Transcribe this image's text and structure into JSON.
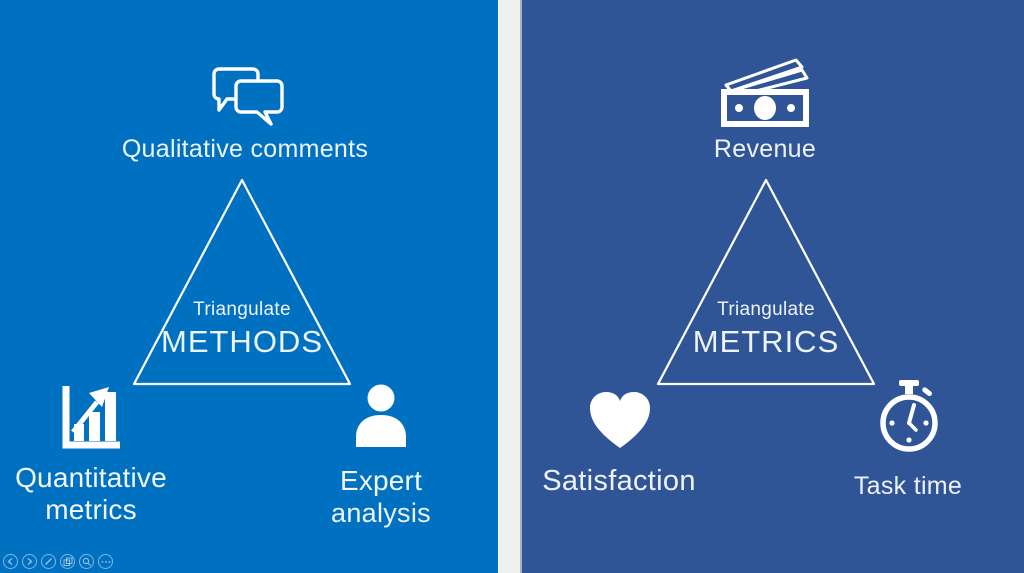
{
  "slide": {
    "left": {
      "top_item": {
        "icon": "speech-bubbles",
        "label": "Qualitative comments"
      },
      "triangle": {
        "subtitle": "Triangulate",
        "title": "METHODS"
      },
      "bottom_left_item": {
        "icon": "bar-chart",
        "line1": "Quantitative",
        "line2": "metrics"
      },
      "bottom_right_item": {
        "icon": "person",
        "line1": "Expert",
        "line2": "analysis"
      }
    },
    "right": {
      "top_item": {
        "icon": "money",
        "label": "Revenue"
      },
      "triangle": {
        "subtitle": "Triangulate",
        "title": "METRICS"
      },
      "bottom_left_item": {
        "icon": "heart",
        "label": "Satisfaction"
      },
      "bottom_right_item": {
        "icon": "stopwatch",
        "label": "Task time"
      }
    }
  },
  "colors": {
    "left_bg": "#0070C0",
    "right_bg": "#2F5596",
    "gap_bg": "#F0F0F1",
    "divider": "#A9B1C5",
    "foreground": "#FFFFFF"
  },
  "toolbar": {
    "buttons": [
      {
        "name": "previous-slide"
      },
      {
        "name": "next-slide"
      },
      {
        "name": "pen-tools"
      },
      {
        "name": "see-all-slides"
      },
      {
        "name": "zoom-slide"
      },
      {
        "name": "more-options"
      }
    ]
  }
}
